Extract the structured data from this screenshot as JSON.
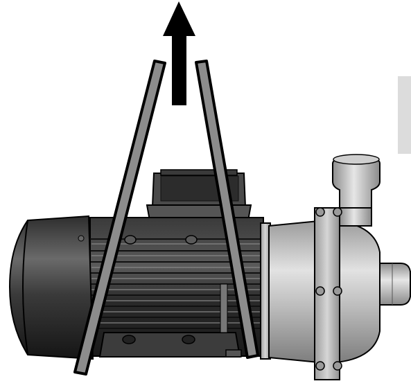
{
  "figure": {
    "subject": "centrifugal-pump-with-electric-motor",
    "lift_direction": "up",
    "lifting_straps": 2,
    "colors": {
      "background": "#ffffff",
      "outline": "#000000",
      "strap_fill": "#8c8c8c",
      "motor_dark": "#2b2b2b",
      "motor_mid": "#4a4a4a",
      "pump_light": "#c9c9c9",
      "pump_mid": "#a8a8a8",
      "side_panel": "#dcdcdc"
    },
    "icons": {
      "arrow": "up-arrow-icon",
      "strap": "lifting-strap-icon",
      "bolt": "hex-bolt-icon"
    }
  }
}
